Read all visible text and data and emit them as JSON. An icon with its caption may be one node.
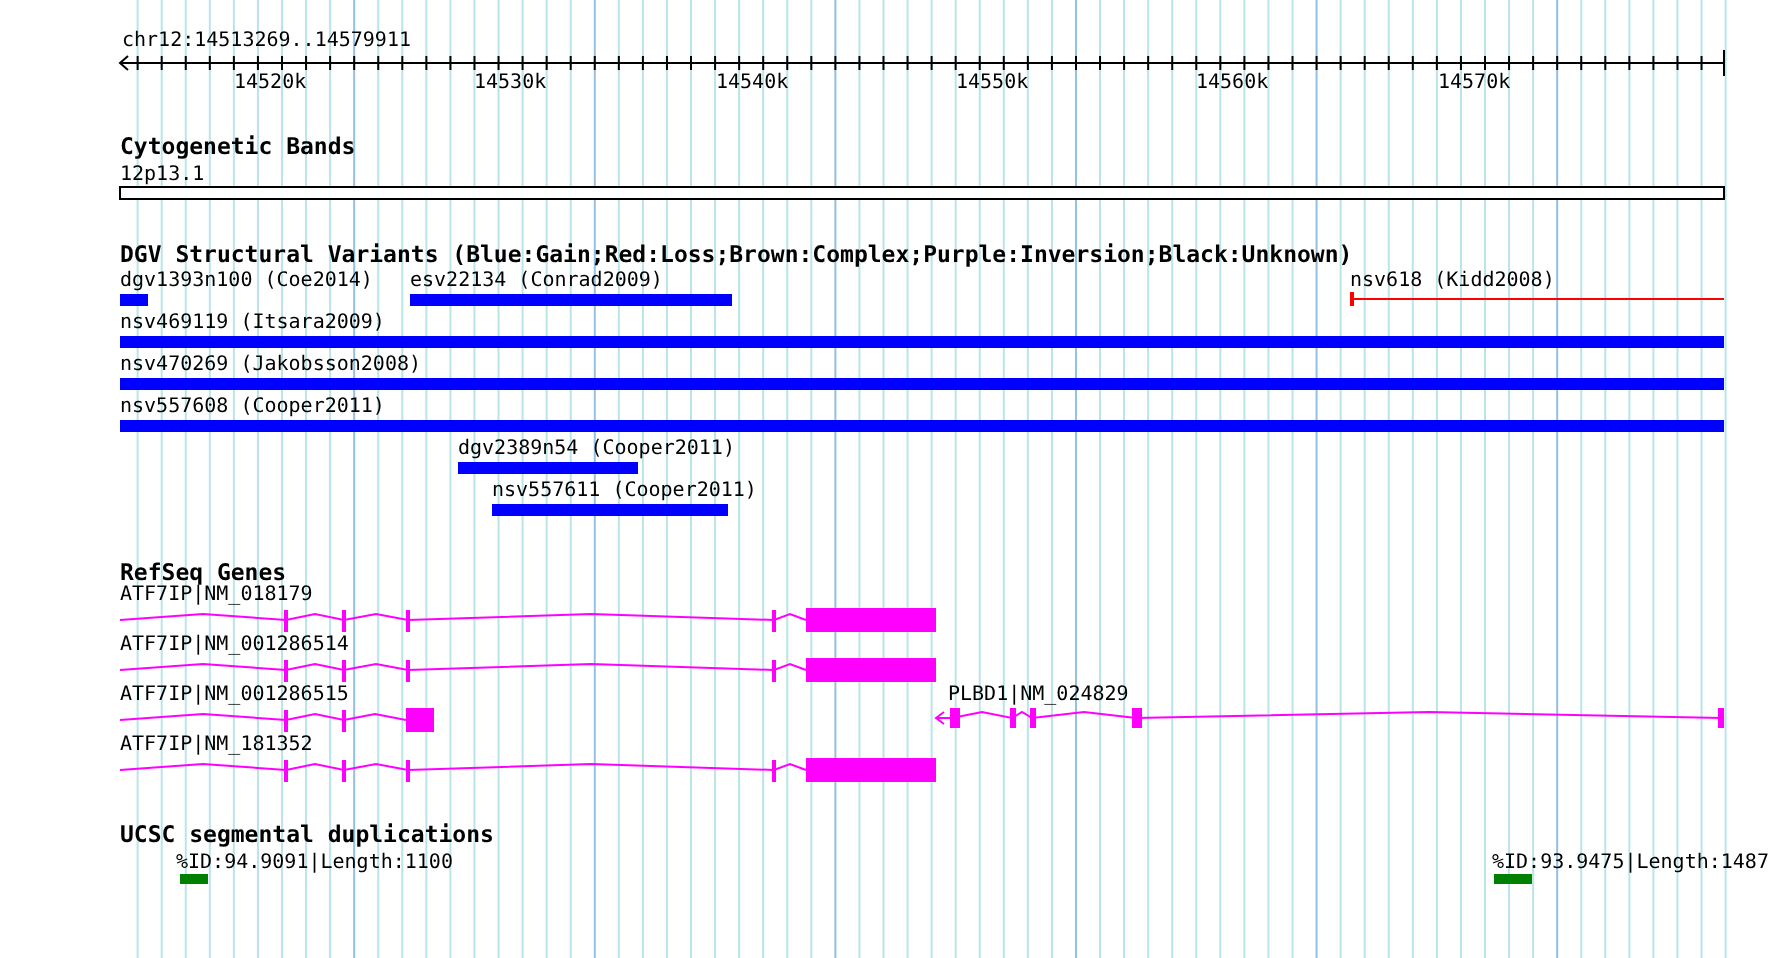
{
  "diagram": {
    "labels": [
      "chr12:14513269..14579911",
      "14520k",
      "14530k",
      "14540k",
      "14550k",
      "14560k",
      "14570k",
      "Cytogenetic Bands",
      "12p13.1",
      "DGV Structural Variants (Blue:Gain;Red:Loss;Brown:Complex;Purple:Inversion;Black:Unknown)",
      "dgv1393n100 (Coe2014)",
      "esv22134 (Conrad2009)",
      "nsv618 (Kidd2008)",
      "nsv469119 (Itsara2009)",
      "nsv470269 (Jakobsson2008)",
      "nsv557608 (Cooper2011)",
      "dgv2389n54 (Cooper2011)",
      "nsv557611 (Cooper2011)",
      "RefSeq Genes",
      "ATF7IP|NM_018179",
      "ATF7IP|NM_001286514",
      "ATF7IP|NM_001286515",
      "PLBD1|NM_024829",
      "ATF7IP|NM_181352",
      "UCSC segmental duplications",
      "%ID:94.9091|Length:1100",
      "%ID:93.9475|Length:1487"
    ]
  }
}
